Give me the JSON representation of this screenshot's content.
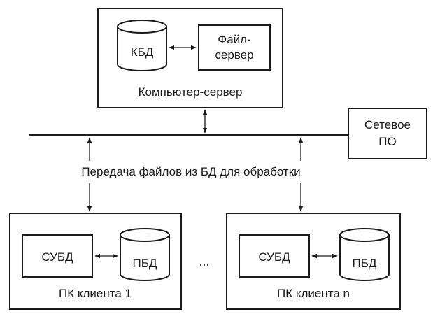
{
  "server": {
    "caption": "Компьютер-сервер",
    "db_label": "КБД",
    "file_server_line1": "Файл-",
    "file_server_line2": "сервер"
  },
  "network": {
    "software_line1": "Сетевое",
    "software_line2": "ПО",
    "transfer_label": "Передача файлов из БД для обработки"
  },
  "clients": [
    {
      "caption": "ПК клиента 1",
      "dbms_label": "СУБД",
      "db_label": "ПБД"
    },
    {
      "caption": "ПК клиента n",
      "dbms_label": "СУБД",
      "db_label": "ПБД"
    }
  ],
  "ellipsis": "..."
}
